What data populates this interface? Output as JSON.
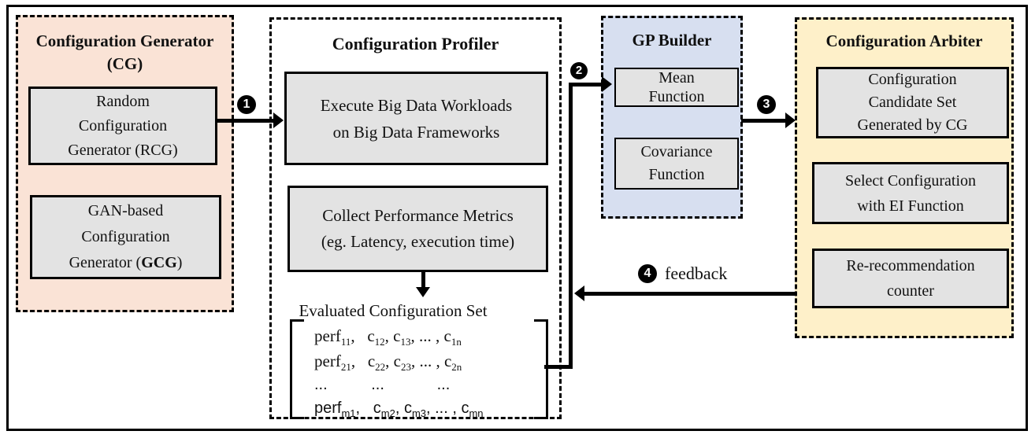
{
  "colors": {
    "cg_bg": "#FAE3D6",
    "gp_bg": "#D7DFF0",
    "arbiter_bg": "#FEF0C9",
    "box_bg": "#E3E3E3",
    "line": "#000000"
  },
  "steps": {
    "s1": "1",
    "s2": "2",
    "s3": "3",
    "s4": "4",
    "feedback_label": "feedback"
  },
  "cg": {
    "title1": "Configuration Generator",
    "title2": "(CG)",
    "rcg": {
      "l1": "Random",
      "l2": "Configuration",
      "l3": "Generator (RCG)"
    },
    "gcg": {
      "l1": "GAN-based",
      "l2": "Configuration",
      "l3_prefix": "Generator (",
      "l3_bold": "GCG",
      "l3_suffix": ")"
    }
  },
  "profiler": {
    "title": "Configuration Profiler",
    "execute": {
      "l1": "Execute Big Data Workloads",
      "l2": "on Big Data Frameworks"
    },
    "collect": {
      "l1": "Collect Performance Metrics",
      "l2": "(eg. Latency, execution time)"
    },
    "evaluated_label": "Evaluated Configuration Set",
    "matrix_rows": [
      {
        "text": "perf_{11},   c_{12}, c_{13}, ... , c_{1n}",
        "font": "serif"
      },
      {
        "text": "perf_{21},   c_{22}, c_{23}, ... , c_{2n}",
        "font": "serif"
      },
      {
        "text": "...          ...            ...",
        "font": "sans"
      },
      {
        "text": "perf_{m1},   c_{m2}, c_{m3}, ... , c_{mn}",
        "font": "sans"
      }
    ]
  },
  "gp": {
    "title": "GP Builder",
    "mean": {
      "l1": "Mean",
      "l2": "Function"
    },
    "covariance": {
      "l1": "Covariance",
      "l2": "Function"
    }
  },
  "arbiter": {
    "title": "Configuration Arbiter",
    "candidate": {
      "l1": "Configuration",
      "l2": "Candidate Set",
      "l3": "Generated by CG"
    },
    "select": {
      "l1": "Select Configuration",
      "l2": "with EI Function"
    },
    "rerec": {
      "l1": "Re-recommendation",
      "l2": "counter"
    }
  }
}
